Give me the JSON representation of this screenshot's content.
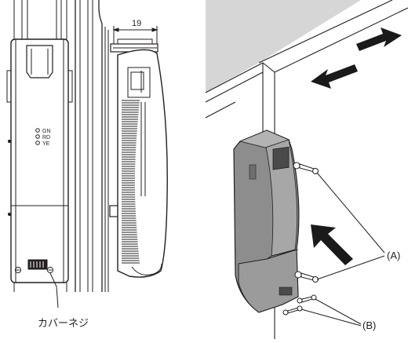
{
  "labels": {
    "dimension": "19",
    "led_green": "GN",
    "led_red": "RD",
    "led_yellow": "YE",
    "cover_screw": "カバーネジ",
    "callout_a": "(A)",
    "callout_b": "(B)"
  },
  "colors": {
    "line": "#231f20",
    "device_body": "#8d8d8d",
    "device_dark": "#5a5a5a",
    "device_light": "#b3b3b3",
    "ceiling_shade": "#d6d6d6",
    "arrow": "#1a1a1a"
  },
  "icons": [
    "arrow-left-icon",
    "arrow-right-icon",
    "arrow-upleft-icon"
  ]
}
